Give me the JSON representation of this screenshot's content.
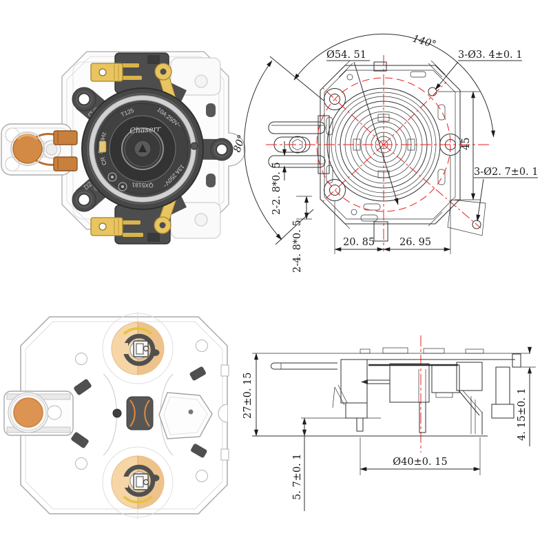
{
  "document": {
    "type": "thermostat engineering drawing sheet",
    "views": [
      "top view render",
      "top view dimensioned drawing",
      "bottom view render",
      "side view dimensioned drawing"
    ]
  },
  "colors": {
    "line": "#2e2e2e",
    "centerline_red": "#ee1c1c",
    "brass": "#e8c560",
    "copper_block": "#c9803d",
    "copper_disc": "#d28a45",
    "dark_housing": "#4d4d4d",
    "tan_pad": "#f6d6a6",
    "plate_white": "#fcfcfc"
  },
  "views": {
    "top_left": {
      "labels": {
        "brand": "Chaserr",
        "temp_rating": "T125",
        "current_rating_a": "10A 250V~",
        "frequency": "50/60Hz",
        "model": "QX5181",
        "current_rating_b": "13A 250V~",
        "mark_cr": "CR",
        "mark_d1": "D1",
        "mark_d2": "D2"
      }
    },
    "top_right": {
      "dims": {
        "bolt_circle": "Ø54. 51",
        "holes_large": "3-Ø3. 4±0. 1",
        "angle_top": "140°",
        "angle_left": "80°",
        "vertical_45": "45",
        "holes_small": "3-Ø2. 7±0. 1",
        "terminal_small": "2-2. 8*0. 5",
        "terminal_large": "2-4. 8*0. 5",
        "offset_left": "20. 85",
        "offset_right": "26. 95"
      }
    },
    "bottom_right": {
      "dims": {
        "body_height": "27±0. 15",
        "pin_clearance": "5. 7±0. 1",
        "base_diameter": "Ø40±0. 15",
        "flange_thickness": "4. 15±0. 1"
      }
    }
  }
}
